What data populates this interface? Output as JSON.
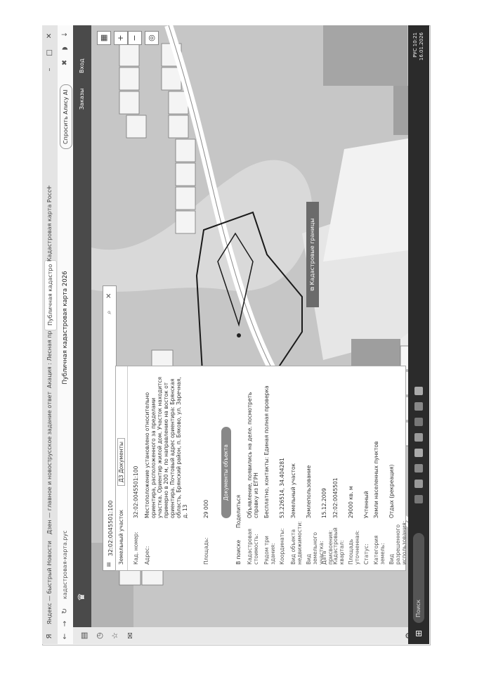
{
  "browser": {
    "tabs": [
      {
        "label": "Яндекс — быстрый пои"
      },
      {
        "label": "Новости"
      },
      {
        "label": "Дзен — главное и новость"
      },
      {
        "label": "русское задание ответ"
      },
      {
        "label": "Акация : Лесная пр."
      },
      {
        "label": "Публичная кадастро"
      },
      {
        "label": "Кадастровая карта Росс"
      }
    ],
    "url": "кадастровая-карта.рус",
    "page_title": "Публичная кадастровая карта 2026",
    "alice_label": "Спросить Алису AI"
  },
  "app": {
    "links": [
      "Заказы",
      "Вход"
    ]
  },
  "search": {
    "value": "32:02:0045501:100"
  },
  "panel": {
    "tabs": [
      "Земельный участок",
      "Д3 Документы"
    ],
    "rows": [
      {
        "label": "Кад. номер:",
        "value": "32:02:0045501:100"
      },
      {
        "label": "Адрес:",
        "value": "Местоположение установлено относительно ориентира, расположенного за пределами участка. Ориентир жилой дом. Участок находится примерно в 200 м, по направлению на восток от ориентира. Почтовый адрес ориентира: Брянская область, Брянский район, п. Бяково, ул. Заречная, д. 13"
      },
      {
        "label": "Площадь:",
        "value": "29 000"
      }
    ],
    "docs_button": "Документы объекта",
    "actions": [
      "В поиске",
      "Поделиться"
    ],
    "details": [
      {
        "label": "Кадастровая стоимость:",
        "value": "Объявление, появились на деле. посмотреть справку из ЕГРН"
      },
      {
        "label": "Рядом три здания:",
        "value": "Бесплатно, контакты: Единая полная проверка"
      },
      {
        "label": "Координаты:",
        "value": "53.226514, 34.404281"
      },
      {
        "label": "Вид объекта недвижимости:",
        "value": "Земельный участок"
      },
      {
        "label": "Вид земельного участка:",
        "value": "Землепользование"
      },
      {
        "label": "Дата присвоения:",
        "value": "15.12.2009"
      },
      {
        "label": "Кадастровый квартал:",
        "value": "32:02:0045501"
      },
      {
        "label": "Площадь уточненная:",
        "value": "29000 кв. м"
      },
      {
        "label": "Статус:",
        "value": "Учтенный"
      },
      {
        "label": "Категория земель:",
        "value": "Земли населенных пунктов"
      },
      {
        "label": "Вид разрешенного использования:",
        "value": "Отдых (рекреация)"
      }
    ]
  },
  "map": {
    "borders_tip": "Кадастровые границы",
    "controls": [
      "+",
      "−"
    ]
  },
  "taskbar": {
    "search_placeholder": "Поиск",
    "time": "10:21",
    "date": "16.01.2026",
    "lang": "РУС"
  }
}
